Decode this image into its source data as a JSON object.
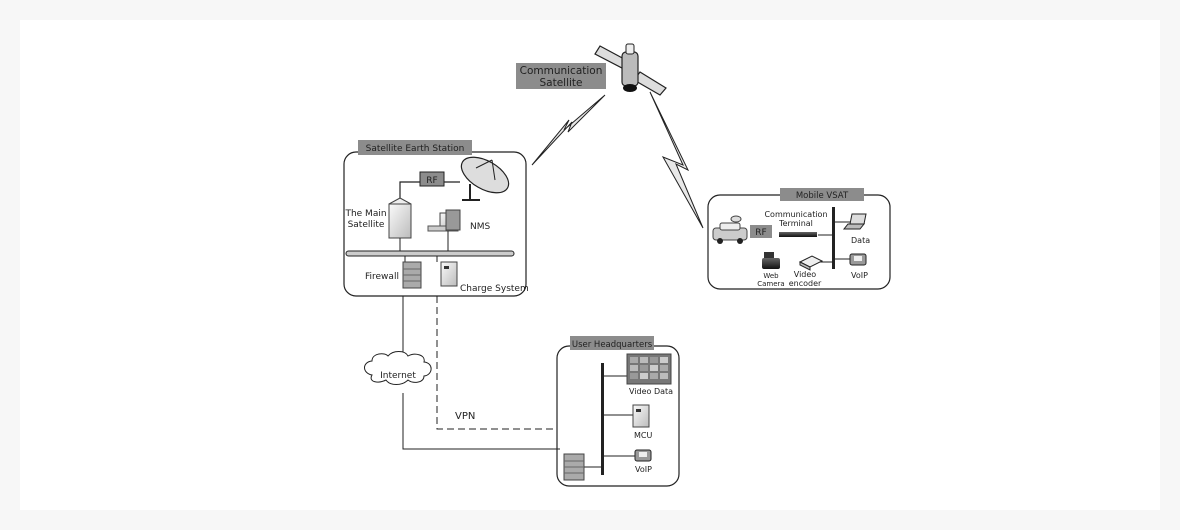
{
  "diagram": {
    "satellite": {
      "label_line1": "Communication",
      "label_line2": "Satellite"
    },
    "earth_station": {
      "title": "Satellite Earth Station",
      "rf": "RF",
      "main_satellite_line1": "The Main",
      "main_satellite_line2": "Satellite",
      "nms": "NMS",
      "firewall": "Firewall",
      "charge_system": "Charge System"
    },
    "mobile_vsat": {
      "title": "Mobile VSAT",
      "rf": "RF",
      "terminal_line1": "Communication",
      "terminal_line2": "Terminal",
      "data": "Data",
      "voip": "VoIP",
      "web_camera_line1": "Web",
      "web_camera_line2": "Camera",
      "video_encoder_line1": "Video",
      "video_encoder_line2": "encoder"
    },
    "network": {
      "internet": "Internet",
      "vpn": "VPN"
    },
    "headquarters": {
      "title": "User Headquarters",
      "video_data": "Video Data",
      "mcu": "MCU",
      "voip": "VoIP"
    }
  },
  "colors": {
    "tag_fill": "#8c8c8c",
    "page_bg": "#f7f7f7",
    "panel_bg": "#ffffff",
    "stroke": "#222222"
  }
}
